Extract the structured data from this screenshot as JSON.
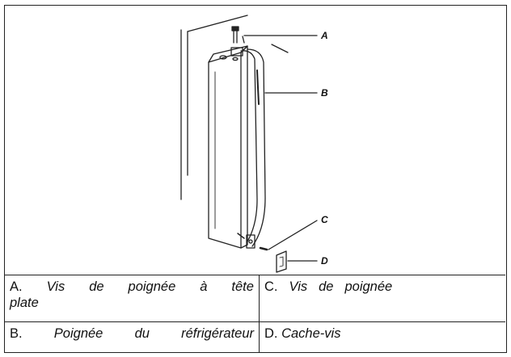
{
  "figure": {
    "callouts": [
      "A",
      "B",
      "C",
      "D"
    ]
  },
  "legend": {
    "a": {
      "letter": "A.",
      "desc_line1_words": [
        "Vis",
        "de",
        "poignée",
        "à",
        "tête"
      ],
      "desc_line2": "plate"
    },
    "b": {
      "letter": "B.",
      "desc_words": [
        "Poignée",
        "du",
        "réfrigérateur"
      ]
    },
    "c": {
      "letter": "C.",
      "desc_words": [
        "Vis",
        "de",
        "poignée"
      ]
    },
    "d": {
      "letter": "D.",
      "desc": "Cache-vis"
    }
  }
}
